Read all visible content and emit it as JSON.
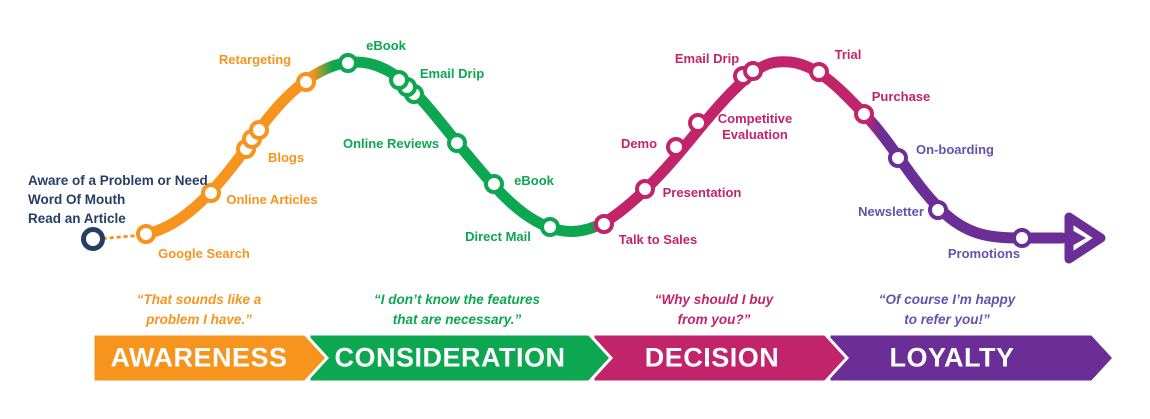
{
  "start_note": {
    "text": "Aware of a Problem or Need\nWord Of Mouth\nRead an Article"
  },
  "touchpoints": [
    {
      "label": "Google Search"
    },
    {
      "label": "Online Articles"
    },
    {
      "label": "Blogs"
    },
    {
      "label": "Retargeting"
    },
    {
      "label": "eBook"
    },
    {
      "label": "Email Drip"
    },
    {
      "label": "Online Reviews"
    },
    {
      "label": "eBook"
    },
    {
      "label": "Direct Mail"
    },
    {
      "label": "Talk to Sales"
    },
    {
      "label": "Presentation"
    },
    {
      "label": "Demo"
    },
    {
      "label": "Competitive\nEvaluation"
    },
    {
      "label": "Email Drip"
    },
    {
      "label": "Trial"
    },
    {
      "label": "Purchase"
    },
    {
      "label": "On-boarding"
    },
    {
      "label": "Newsletter"
    },
    {
      "label": "Promotions"
    }
  ],
  "quotes": [
    {
      "text": "“That sounds like a\nproblem I have.”"
    },
    {
      "text": "“I don’t know the features\nthat are necessary.”"
    },
    {
      "text": "“Why should I buy\nfrom you?”"
    },
    {
      "text": "“Of course I’m happy\nto refer you!”"
    }
  ],
  "stages": [
    {
      "label": "AWARENESS",
      "color": "#F7941E"
    },
    {
      "label": "CONSIDERATION",
      "color": "#0CA750"
    },
    {
      "label": "DECISION",
      "color": "#C2246B"
    },
    {
      "label": "LOYALTY",
      "color": "#6B2E97"
    }
  ],
  "palette": {
    "awareness_orange": "#F7941E",
    "consideration_green": "#0CA750",
    "decision_pink": "#C2246B",
    "loyalty_purple": "#6B2E97",
    "loyalty_label_violet": "#6452AE",
    "start_navy": "#263E66",
    "dot_fill": "#FFFFFF"
  }
}
